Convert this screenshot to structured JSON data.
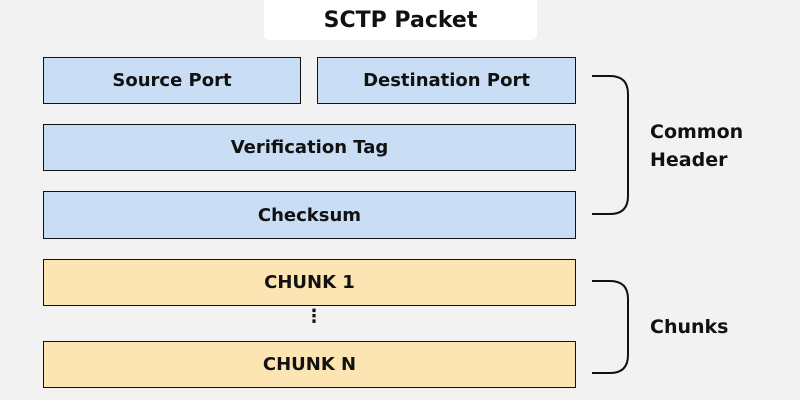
{
  "title": "SCTP Packet",
  "header_fields": {
    "source_port": "Source Port",
    "destination_port": "Destination Port",
    "verification_tag": "Verification Tag",
    "checksum": "Checksum"
  },
  "chunks": {
    "first": "CHUNK 1",
    "ellipsis": "⋮",
    "last": "CHUNK N"
  },
  "labels": {
    "common_header_line1": "Common",
    "common_header_line2": "Header",
    "chunks": "Chunks"
  },
  "colors": {
    "header": "#c9ddf5",
    "chunk": "#fde5b3"
  }
}
